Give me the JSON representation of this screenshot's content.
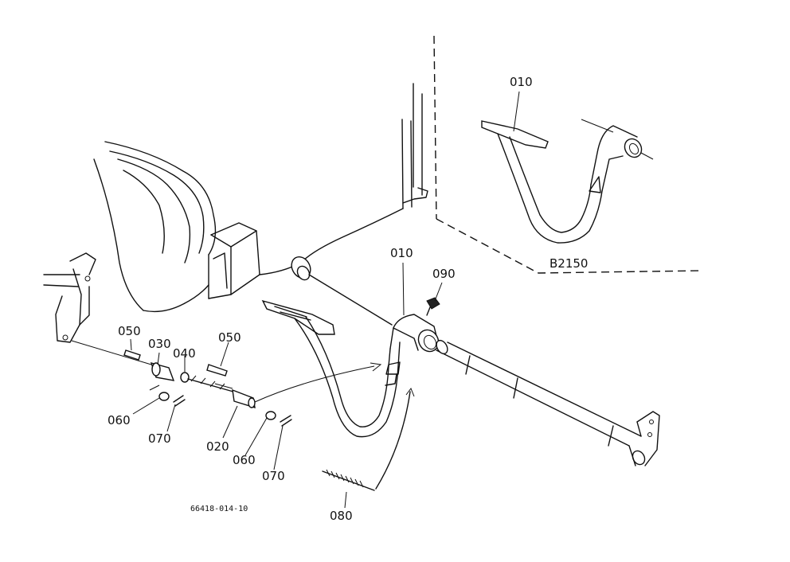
{
  "variant_label": "B2150",
  "drawing_number": "66418-014-10",
  "callouts": {
    "pedal_main": "010",
    "pedal_variant": "010",
    "grease_nipple": "090",
    "pin_left": "050",
    "pin_right": "050",
    "joint": "030",
    "nut": "040",
    "washer_left": "060",
    "washer_right": "060",
    "cotter_left": "070",
    "cotter_right": "070",
    "rod": "020",
    "spring": "080"
  }
}
